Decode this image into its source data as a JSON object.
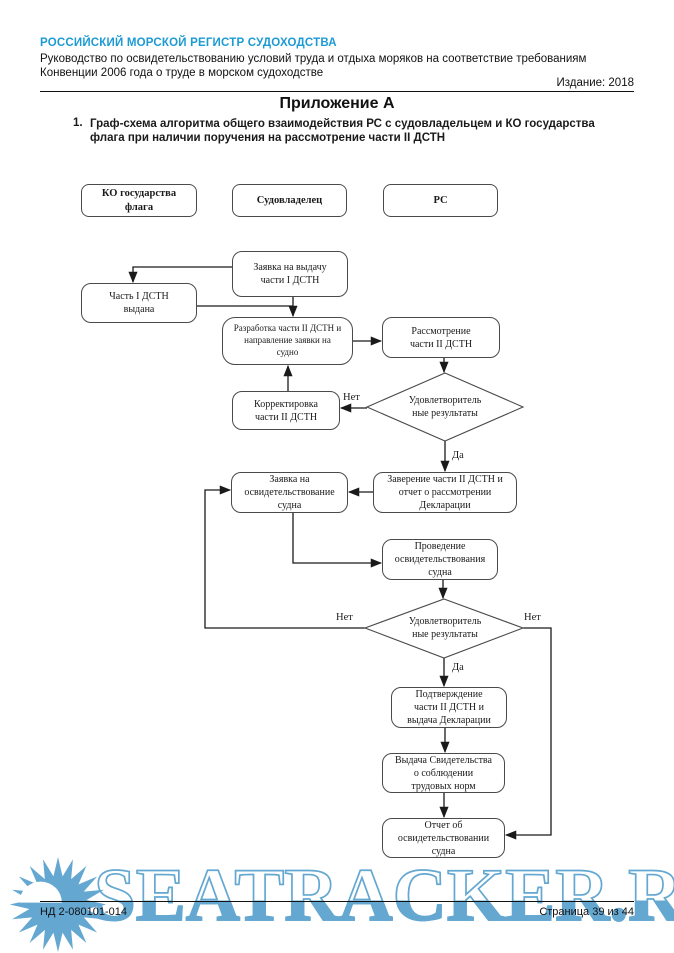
{
  "header": {
    "org": "РОССИЙСКИЙ МОРСКОЙ РЕГИСТР СУДОХОДСТВА",
    "doc_title": "Руководство по освидетельствованию условий труда и отдыха моряков на соответствие требованиям Конвенции 2006 года о труде в морском судоходстве",
    "edition": "Издание: 2018"
  },
  "appendix": {
    "title": "Приложение А",
    "item_number": "1.",
    "item_text": "Граф-схема алгоритма общего взаимодействия РС с судовладельцем и КО государства флага при наличии поручения на рассмотрение части II ДСТН"
  },
  "flowchart": {
    "lanes": [
      "КО государства\nфлага",
      "Судовладелец",
      "РС"
    ],
    "nodes": {
      "n1": "Заявка на выдачу\nчасти I ДСТН",
      "n2": "Часть I ДСТН\nвыдана",
      "n3": "Разработка части II ДСТН и\nнаправление заявки на\nсудно",
      "n4": "Рассмотрение\nчасти II ДСТН",
      "n5": "Корректировка\nчасти II ДСТН",
      "n6": "Заявка на\nосвидетельствование\nсудна",
      "n7": "Заверение части II ДСТН и\nотчет о рассмотрении\nДекларации",
      "n8": "Проведение\nосвидетельствования\nсудна",
      "n9": "Подтверждение\nчасти II ДСТН и\nвыдача Декларации",
      "n10": "Выдача Свидетельства\nо соблюдении\nтрудовых норм",
      "n11": "Отчет об\nосвидетельствовании\nсудна"
    },
    "decisions": {
      "d1": "Удовлетворитель\nные результаты",
      "d2": "Удовлетворитель\nные результаты"
    },
    "labels": {
      "no": "Нет",
      "yes": "Да"
    }
  },
  "watermark": {
    "text": "SEATRACKER.RU",
    "color": "#64a8d2"
  },
  "footer": {
    "doc_number": "НД 2-080101-014",
    "page": "Страница 39 из 44"
  },
  "colors": {
    "brand_blue": "#1c9ad4",
    "line_black": "#1a1a1a",
    "box_border": "#4a4a4a"
  }
}
